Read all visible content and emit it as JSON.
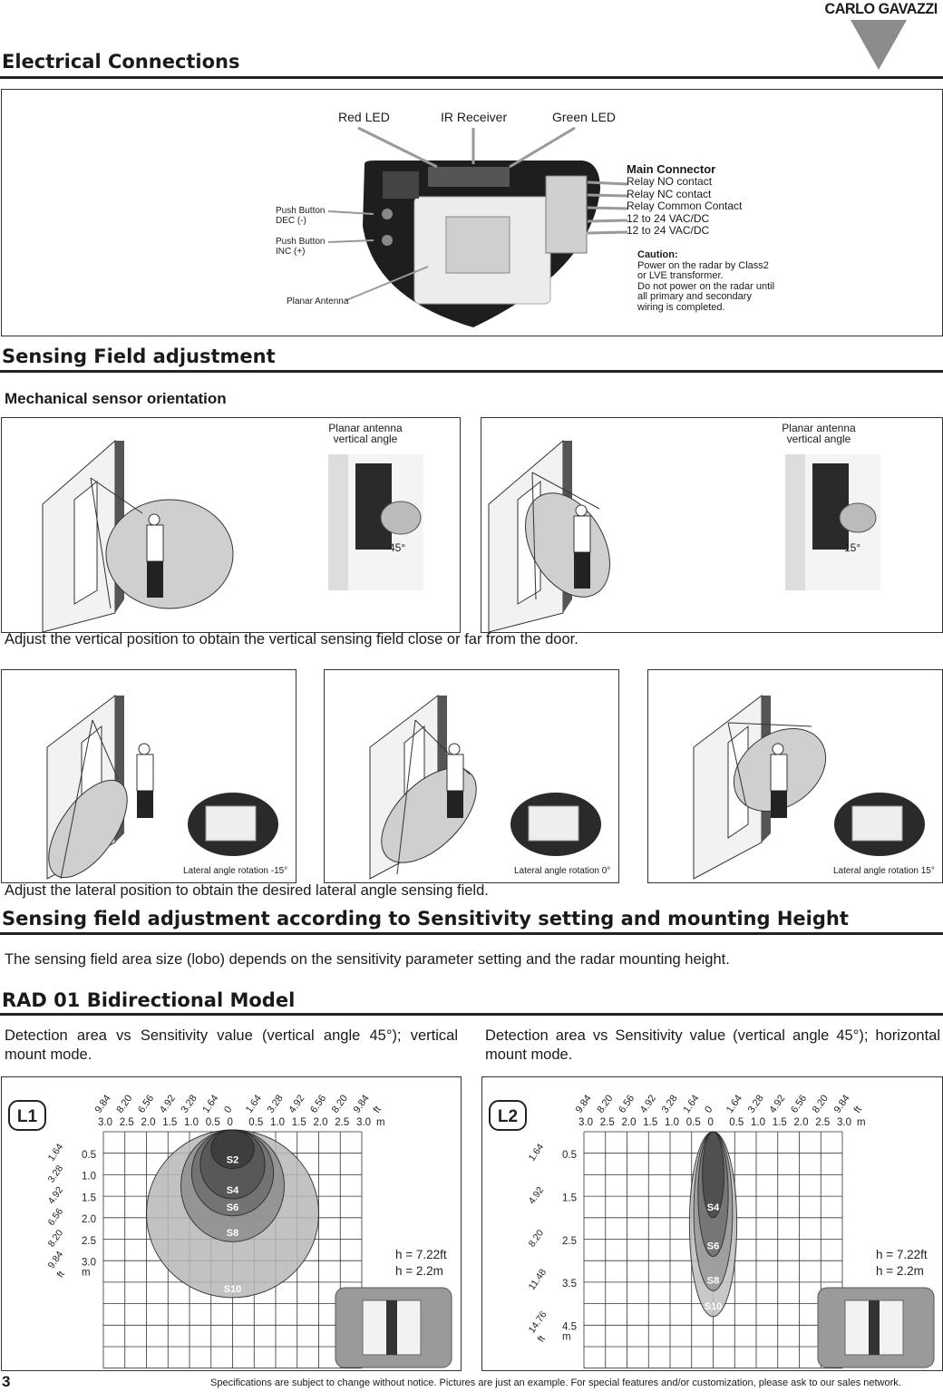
{
  "brand": "CARLO GAVAZZI",
  "sections": {
    "electrical": "Electrical Connections",
    "sensing": "Sensing Field adjustment",
    "sensitivity": "Sensing field adjustment according to Sensitivity setting and mounting Height",
    "rad01": "RAD 01 Bidirectional Model"
  },
  "electrical": {
    "red_led": "Red LED",
    "ir_receiver": "IR Receiver",
    "green_led": "Green LED",
    "push_dec_1": "Push Button",
    "push_dec_2": "DEC (-)",
    "push_inc_1": "Push Button",
    "push_inc_2": "INC (+)",
    "planar_antenna": "Planar Antenna",
    "main_connector": "Main Connector",
    "connector_lines": [
      "Relay NO contact",
      "Relay NC contact",
      "Relay Common Contact",
      "12 to 24 VAC/DC",
      "12 to 24 VAC/DC"
    ],
    "caution_title": "Caution:",
    "caution_lines": [
      "Power on the radar by Class2",
      "or LVE transformer.",
      "Do not power on the radar until",
      "all primary and secondary",
      "wiring is completed."
    ]
  },
  "mechanical": {
    "heading": "Mechanical sensor orientation",
    "label_1": "Planar antenna",
    "label_2": "vertical angle",
    "angle_a": "45°",
    "angle_b": "15°",
    "vertical_note": "Adjust the vertical position to obtain the vertical sensing field close or far from the door.",
    "lat_a": "Lateral angle rotation -15°",
    "lat_b": "Lateral angle rotation 0°",
    "lat_c": "Lateral angle rotation 15°",
    "lateral_note": "Adjust the lateral position to obtain the desired lateral angle sensing field."
  },
  "sensitivity_text": "The sensing field area size (lobo) depends on the sensitivity parameter setting and the radar mounting height.",
  "rad01": {
    "left_caption": "Detection area vs Sensitivity value (vertical angle 45°); vertical mount mode.",
    "right_caption": "Detection area vs Sensitivity value (vertical angle 45°); horizontal mount mode."
  },
  "chart_data": [
    {
      "type": "other",
      "label": "L1",
      "x_ticks_ft": [
        "9.84",
        "8.20",
        "6.56",
        "4.92",
        "3.28",
        "1.64",
        "0",
        "1.64",
        "3.28",
        "4.92",
        "6.56",
        "8.20",
        "9.84"
      ],
      "x_unit_ft": "ft",
      "x_ticks_m": [
        "3.0",
        "2.5",
        "2.0",
        "1.5",
        "1.0",
        "0.5",
        "0",
        "0.5",
        "1.0",
        "1.5",
        "2.0",
        "2.5",
        "3.0"
      ],
      "x_unit_m": "m",
      "y_ticks_ft": [
        "1.64",
        "3.28",
        "4.92",
        "6.56",
        "8.20",
        "9.84"
      ],
      "y_unit_ft": "ft",
      "y_ticks_m": [
        "0.5",
        "1.0",
        "1.5",
        "2.0",
        "2.5",
        "3.0"
      ],
      "y_unit_m": "m",
      "series": [
        {
          "name": "S2",
          "half_width_m": 0.5,
          "depth_m": 0.45
        },
        {
          "name": "S4",
          "half_width_m": 0.75,
          "depth_m": 0.8
        },
        {
          "name": "S6",
          "half_width_m": 0.95,
          "depth_m": 1.0
        },
        {
          "name": "S8",
          "half_width_m": 1.2,
          "depth_m": 1.3
        },
        {
          "name": "S10",
          "half_width_m": 2.0,
          "depth_m": 1.95
        }
      ],
      "height_ft": "h = 7.22ft",
      "height_m": "h = 2.2m"
    },
    {
      "type": "other",
      "label": "L2",
      "x_ticks_ft": [
        "9.84",
        "8.20",
        "6.56",
        "4.92",
        "3.28",
        "1.64",
        "0",
        "1.64",
        "3.28",
        "4.92",
        "6.56",
        "8.20",
        "9.84"
      ],
      "x_unit_ft": "ft",
      "x_ticks_m": [
        "3.0",
        "2.5",
        "2.0",
        "1.5",
        "1.0",
        "0.5",
        "0",
        "0.5",
        "1.0",
        "1.5",
        "2.0",
        "2.5",
        "3.0"
      ],
      "x_unit_m": "m",
      "y_ticks_ft": [
        "1.64",
        "4.92",
        "8.20",
        "11.48",
        "14.76"
      ],
      "y_unit_ft": "ft",
      "y_ticks_m": [
        "0.5",
        "1.5",
        "2.5",
        "3.5",
        "4.5"
      ],
      "y_unit_m": "m",
      "series": [
        {
          "name": "S4",
          "half_width_m": 0.25,
          "depth_m": 2.0
        },
        {
          "name": "S6",
          "half_width_m": 0.35,
          "depth_m": 2.9
        },
        {
          "name": "S8",
          "half_width_m": 0.45,
          "depth_m": 3.7
        },
        {
          "name": "S10",
          "half_width_m": 0.55,
          "depth_m": 4.3
        }
      ],
      "height_ft": "h = 7.22ft",
      "height_m": "h = 2.2m"
    }
  ],
  "footer": {
    "page": "3",
    "note": "Specifications are subject to change without notice. Pictures are just an example. For special features and/or customization, please ask to our sales network."
  }
}
